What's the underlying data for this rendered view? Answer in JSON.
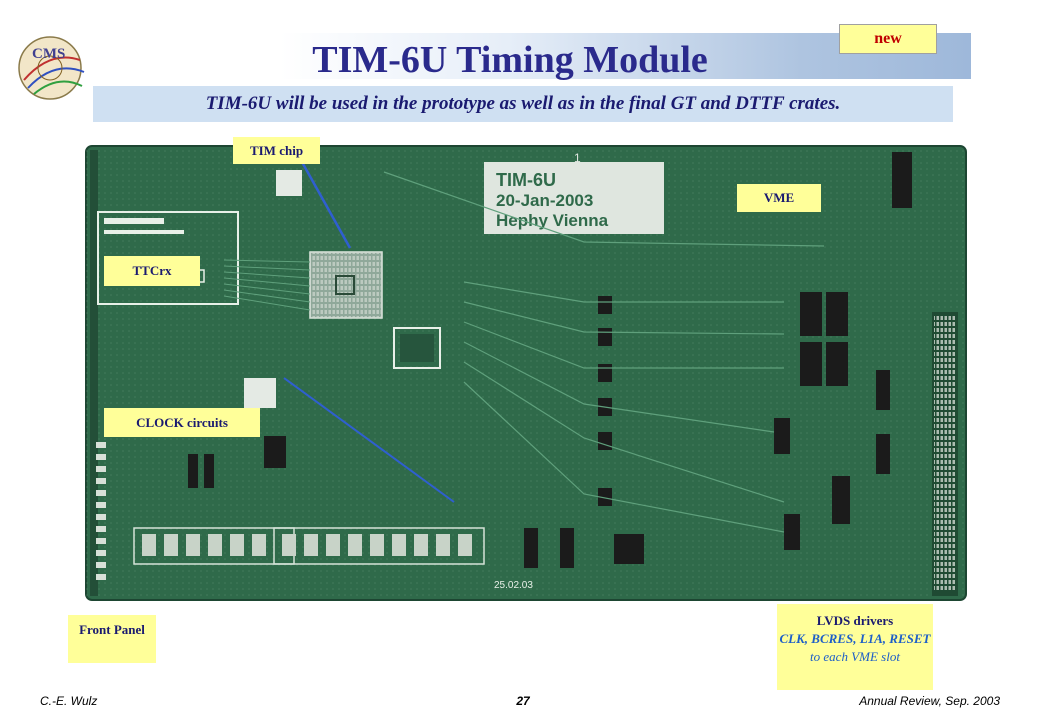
{
  "header": {
    "title": "TIM-6U Timing Module",
    "new_badge": "new",
    "subtitle": "TIM-6U will be used in the prototype as well as in the final GT and DTTF crates.",
    "logo_text": "CMS"
  },
  "board": {
    "silkscreen_title": "TIM-6U",
    "silkscreen_date": "20-Jan-2003",
    "silkscreen_org": "Hephy Vienna",
    "stamp": "25.02.03",
    "marker_1": "1"
  },
  "labels": {
    "tim_chip": "TIM chip",
    "vme": "VME",
    "ttcrx": "TTCrx",
    "clock": "CLOCK circuits",
    "front_panel": "Front Panel",
    "lvds_title": "LVDS drivers",
    "lvds_signals": "CLK, BCRES, L1A, RESET",
    "lvds_note": "to each VME slot"
  },
  "footer": {
    "author": "C.-E. Wulz",
    "page": "27",
    "event": "Annual Review, Sep. 2003"
  },
  "colors": {
    "title": "#2a2a8c",
    "label_bg": "#ffff99",
    "label_text": "#1a1a70",
    "board": "#2f6a4a",
    "new_text": "#c00000",
    "subtitle_bg": "#cfe0f2",
    "pointer": "#2f5fd0"
  }
}
